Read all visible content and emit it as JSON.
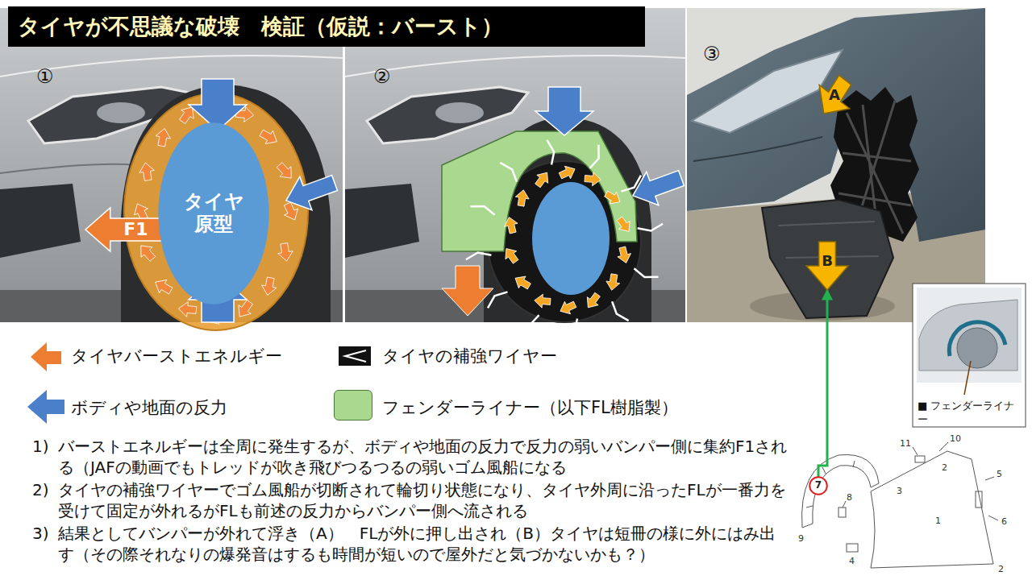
{
  "diagram": {
    "title": "タイヤが不思議な破壊　検証（仮説：バースト）",
    "nodes": [
      {
        "text": [
          "F1"
        ]
      },
      {
        "text": [
          "タイヤ 原型"
        ]
      },
      {
        "text": [
          "A"
        ]
      },
      {
        "text": [
          "B"
        ]
      },
      {
        "text": [
          "7"
        ]
      }
    ],
    "edges": [
      {
        "from": 4,
        "to": 3,
        "arrow": "to"
      }
    ],
    "labels": [
      "①",
      "②",
      "③",
      "1)",
      "バーストエネルギーは全周に発生するが、ボディや地面の反力で反力の弱いバンパー側に集約F1される（JAFの動画でもトレッドが吹き飛びつるつるの弱いゴム風船になる",
      "2)",
      "タイヤの補強ワイヤーでゴム風船が切断されて輪切り状態になり、タイヤ外周に沿ったFLが一番力を受けて固定が外れるがFLも前述の反力からバンパー側へ流される",
      "3)",
      "結果としてバンパーが外れて浮き（A）　FLが外に押し出され（B）タイヤは短冊の様に外にはみ出す（その際それなりの爆発音はするも時間が短いので屋外だと気づかないかも？）",
      "■ フェンダーライナー",
      "11",
      "10",
      "2",
      "5",
      "6",
      "8",
      "3",
      "1",
      "9",
      "4",
      "2"
    ],
    "legend": [
      {
        "text": "タイヤバーストエネルギー"
      },
      {
        "text": "タイヤの補強ワイヤー"
      },
      {
        "text": "ボディや地面の反力"
      },
      {
        "text": "フェンダーライナー（以下FL樹脂製）",
        "color": "#a9d88f"
      }
    ]
  }
}
